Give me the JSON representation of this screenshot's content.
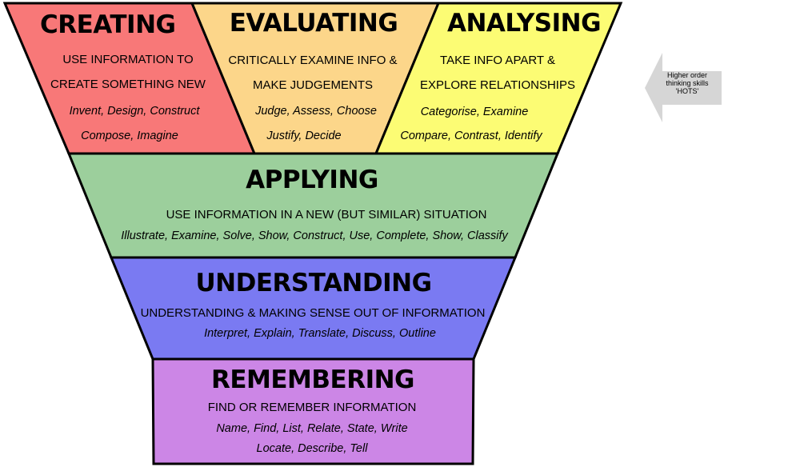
{
  "levels": {
    "creating": {
      "title": "CREATING",
      "description_lines": [
        "USE INFORMATION TO",
        "CREATE SOMETHING NEW"
      ],
      "verb_lines": [
        "Invent, Design, Construct",
        "Compose, Imagine"
      ],
      "color": "#f87878"
    },
    "evaluating": {
      "title": "EVALUATING",
      "description_lines": [
        "CRITICALLY EXAMINE INFO &",
        "MAKE JUDGEMENTS"
      ],
      "verb_lines": [
        "Judge, Assess, Choose",
        "Justify, Decide"
      ],
      "color": "#fcd68a"
    },
    "analysing": {
      "title": "ANALYSING",
      "description_lines": [
        "TAKE INFO APART &",
        "EXPLORE RELATIONSHIPS"
      ],
      "verb_lines": [
        "Categorise, Examine",
        "Compare, Contrast, Identify"
      ],
      "color": "#fcfc74"
    },
    "applying": {
      "title": "APPLYING",
      "description_lines": [
        "USE INFORMATION IN A NEW (BUT SIMILAR) SITUATION"
      ],
      "verb_lines": [
        "Illustrate, Examine, Solve, Show, Construct, Use, Complete, Show, Classify"
      ],
      "color": "#9ccf9c"
    },
    "understanding": {
      "title": "UNDERSTANDING",
      "description_lines": [
        "UNDERSTANDING & MAKING SENSE OUT OF INFORMATION"
      ],
      "verb_lines": [
        "Interpret, Explain, Translate, Discuss, Outline"
      ],
      "color": "#7a7af2"
    },
    "remembering": {
      "title": "REMEMBERING",
      "description_lines": [
        "FIND OR REMEMBER INFORMATION"
      ],
      "verb_lines": [
        "Name, Find, List, Relate, State, Write",
        "Locate, Describe, Tell"
      ],
      "color": "#cc86e6"
    }
  },
  "hots_arrow": {
    "lines": [
      "Higher order",
      "thinking skills",
      "'HOTS'"
    ],
    "color": "#d6d6d6"
  }
}
